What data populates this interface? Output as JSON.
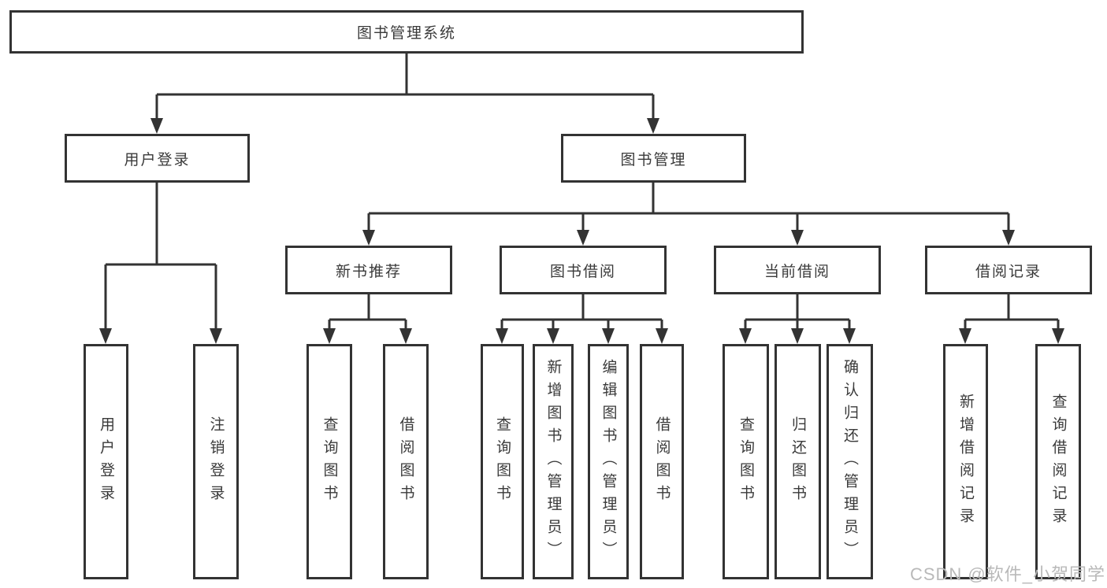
{
  "diagram": {
    "root": {
      "label": "图书管理系统"
    },
    "branches": [
      {
        "label": "用户登录",
        "children": [
          {
            "label": "用户登录"
          },
          {
            "label": "注销登录"
          }
        ]
      },
      {
        "label": "图书管理",
        "children": [
          {
            "label": "新书推荐",
            "children": [
              {
                "label": "查询图书"
              },
              {
                "label": "借阅图书"
              }
            ]
          },
          {
            "label": "图书借阅",
            "children": [
              {
                "label": "查询图书"
              },
              {
                "label": "新增图书（管理员）"
              },
              {
                "label": "编辑图书（管理员）"
              },
              {
                "label": "借阅图书"
              }
            ]
          },
          {
            "label": "当前借阅",
            "children": [
              {
                "label": "查询图书"
              },
              {
                "label": "归还图书"
              },
              {
                "label": "确认归还（管理员）"
              }
            ]
          },
          {
            "label": "借阅记录",
            "children": [
              {
                "label": "新增借阅记录"
              },
              {
                "label": "查询借阅记录"
              }
            ]
          }
        ]
      }
    ]
  },
  "watermark": {
    "text": "CSDN @软件_小贺同学"
  },
  "colors": {
    "line": "#333333",
    "box_border": "#333333",
    "text": "#3a3a3a",
    "watermark": "#b9b9b9",
    "background": "#ffffff"
  }
}
